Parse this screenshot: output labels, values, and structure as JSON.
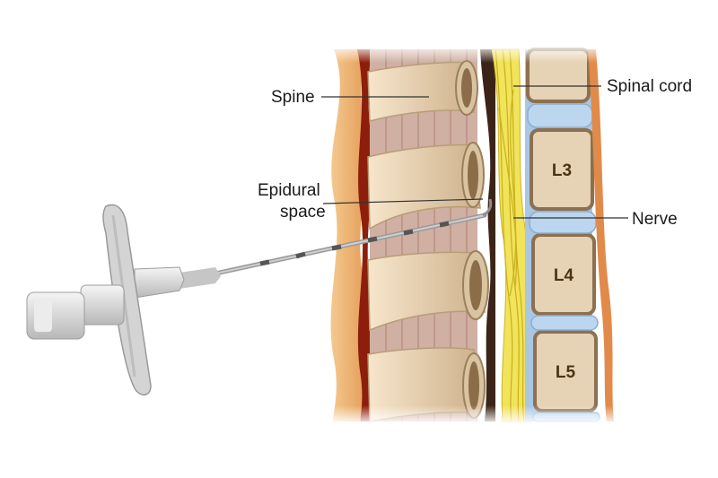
{
  "labels": {
    "spine": "Spine",
    "epidural_line1": "Epidural",
    "epidural_line2": "space",
    "spinal_cord": "Spinal cord",
    "nerve": "Nerve"
  },
  "vertebrae": [
    "L3",
    "L4",
    "L5"
  ],
  "colors": {
    "bone": "#e6d2b4",
    "bone_dark": "#b79d78",
    "disc": "#a9c6e3",
    "nerve": "#efe24a",
    "ligament": "#8e1e0c",
    "skin": "#e9a561",
    "muscle": "#c9a696",
    "needle_hub": "#dcdcdc"
  }
}
